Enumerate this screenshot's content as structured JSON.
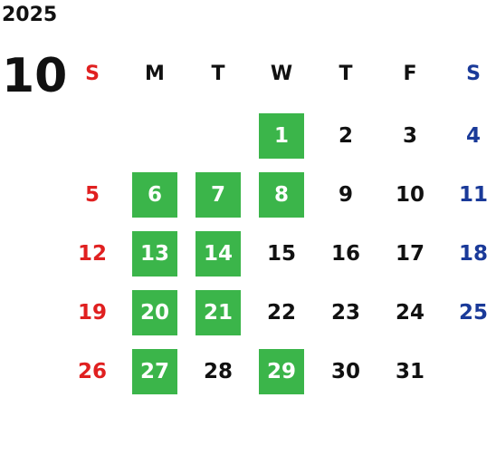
{
  "year": "2025",
  "month": "10",
  "colors": {
    "sunday": "#e02020",
    "saturday": "#1a3a99",
    "weekday": "#111111",
    "highlight_bg": "#3bb54a",
    "highlight_text": "#ffffff"
  },
  "weekdays": [
    "S",
    "M",
    "T",
    "W",
    "T",
    "F",
    "S"
  ],
  "weeks": [
    [
      null,
      null,
      null,
      1,
      2,
      3,
      4
    ],
    [
      5,
      6,
      7,
      8,
      9,
      10,
      11
    ],
    [
      12,
      13,
      14,
      15,
      16,
      17,
      18
    ],
    [
      19,
      20,
      21,
      22,
      23,
      24,
      25
    ],
    [
      26,
      27,
      28,
      29,
      30,
      31,
      null
    ]
  ],
  "highlighted_days": [
    1,
    6,
    7,
    8,
    13,
    14,
    20,
    21,
    27,
    29
  ]
}
